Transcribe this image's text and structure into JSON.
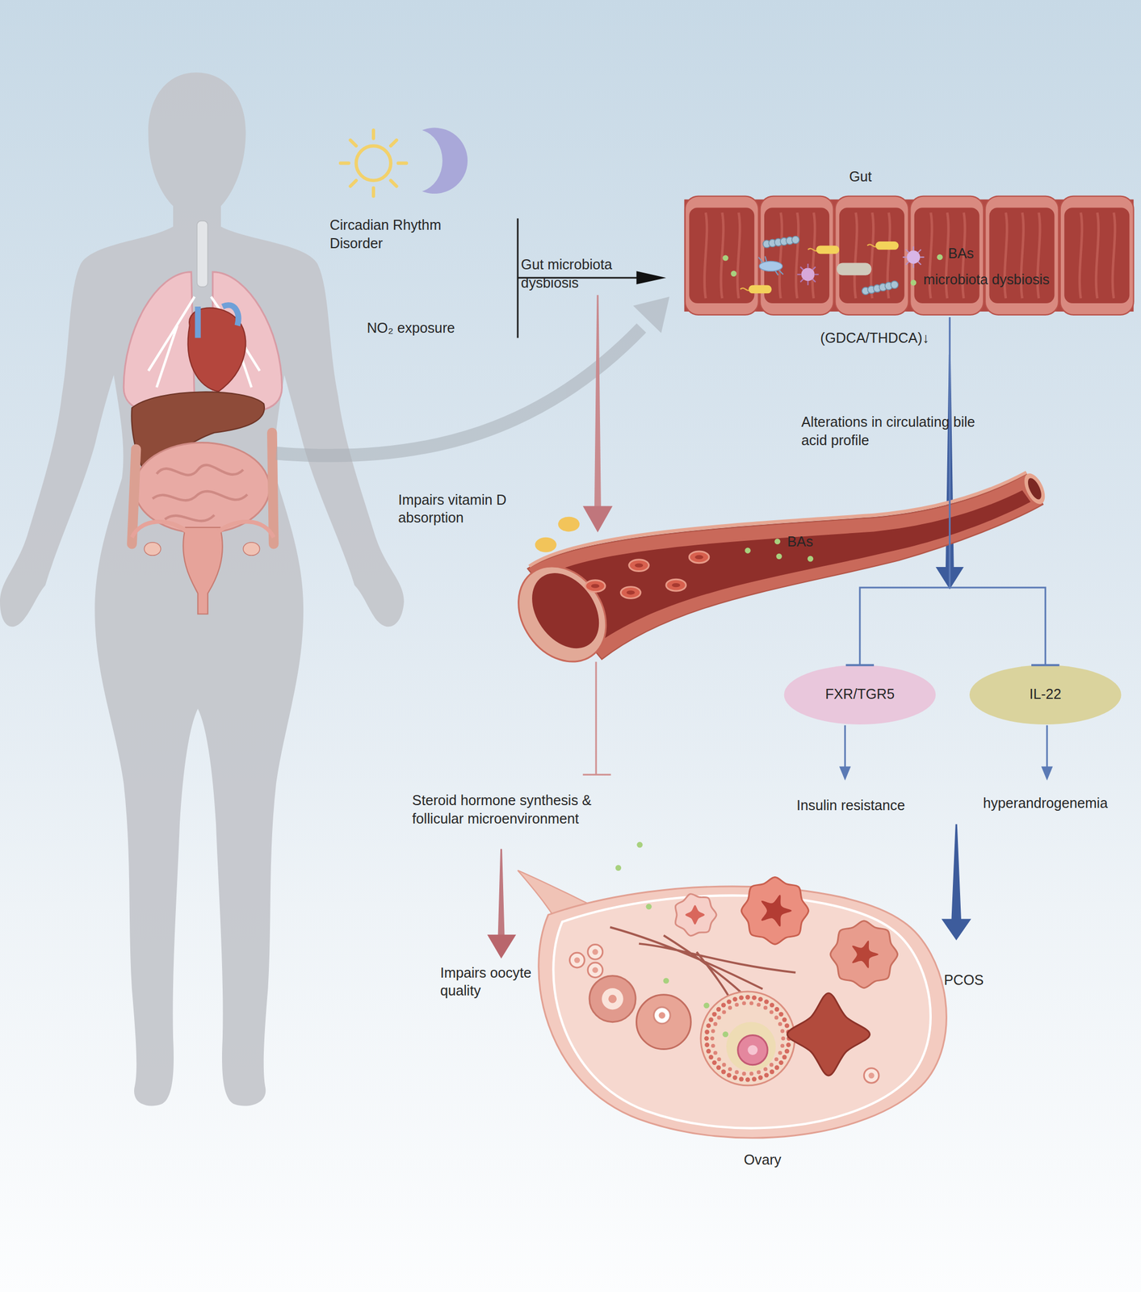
{
  "diagram": {
    "nodes": [
      {
        "text": [
          "Gut",
          "BAs",
          "microbiota dysbiosis"
        ]
      },
      {
        "text": [
          "BAs"
        ]
      },
      {
        "text": [
          "FXR/TGR5"
        ]
      },
      {
        "text": [
          "IL-22"
        ]
      },
      {
        "text": [
          "Ovary"
        ]
      }
    ],
    "edges": [
      {
        "from": 0,
        "to": 2,
        "arrow": "to",
        "label": "Alterations in circulating bile acid profile"
      },
      {
        "from": 0,
        "to": 3,
        "arrow": "to"
      }
    ],
    "labels": [
      "Circadian Rhythm Disorder",
      "NO₂ exposure",
      "Gut microbiota dysbiosis",
      "(GDCA/THDCA)↓",
      "Impairs vitamin D absorption",
      "Insulin resistance",
      "hyperandrogenemia",
      "Steroid hormone synthesis & follicular microenvironment",
      "Impairs oocyte quality",
      "PCOS"
    ]
  }
}
